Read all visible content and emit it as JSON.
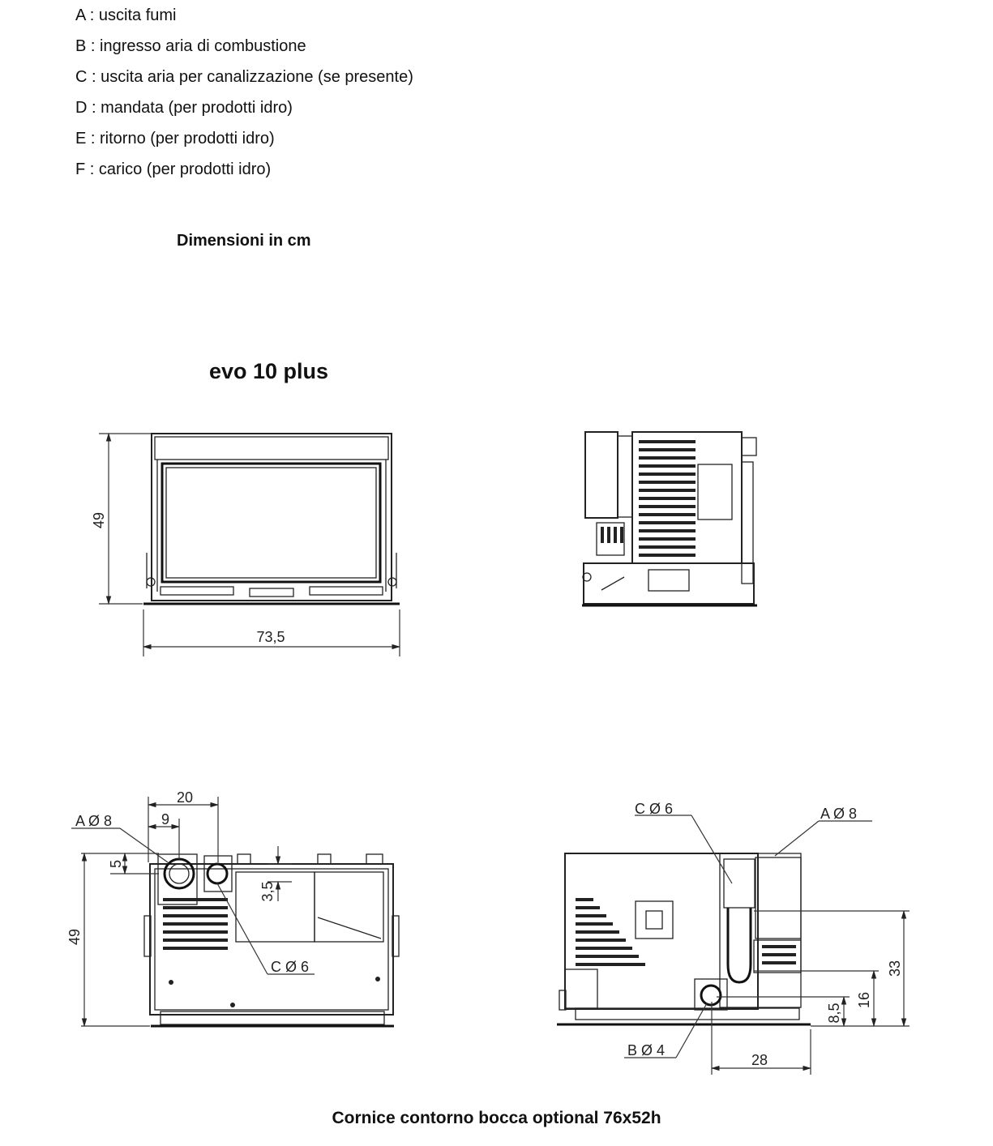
{
  "legend": [
    {
      "text": "A : uscita fumi"
    },
    {
      "text": "B : ingresso aria di combustione"
    },
    {
      "text": "C : uscita aria per canalizzazione (se presente)"
    },
    {
      "text": "D : mandata (per prodotti idro)"
    },
    {
      "text": "E : ritorno (per prodotti idro)"
    },
    {
      "text": "F : carico (per prodotti idro)"
    }
  ],
  "units_label": "Dimensioni in cm",
  "model_name": "evo 10 plus",
  "front_view": {
    "height": "49",
    "width": "73,5"
  },
  "rear_view": {
    "width_20": "20",
    "offset_9": "9",
    "flue": "A Ø 8",
    "dim_5": "5",
    "dim_3_5": "3,5",
    "height": "49",
    "duct": "C Ø 6"
  },
  "side_view": {
    "duct": "C Ø 6",
    "flue": "A Ø 8",
    "dim_33": "33",
    "dim_16": "16",
    "dim_8_5": "8,5",
    "intake": "B Ø 4",
    "dim_28": "28"
  },
  "footer": "Cornice contorno bocca optional 76x52h"
}
